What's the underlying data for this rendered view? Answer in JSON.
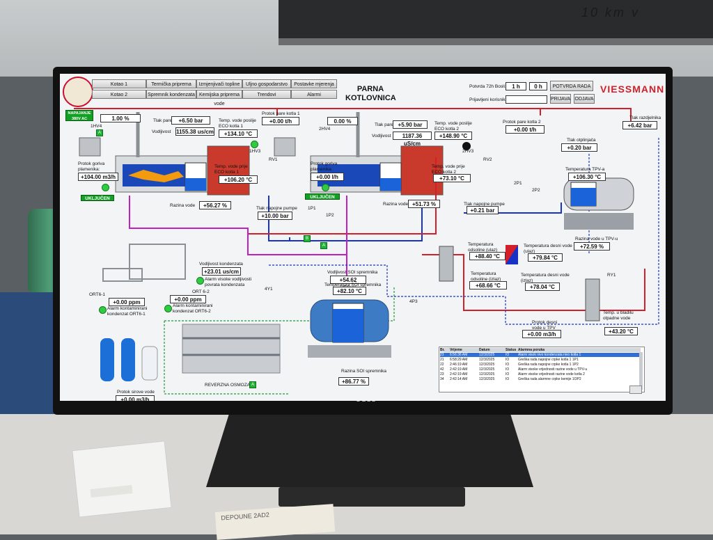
{
  "environment": {
    "handwriting": "10 km v",
    "monitor_brand": "DELL",
    "paper_note": "DEPOUNE 2AD2"
  },
  "header": {
    "nav": [
      {
        "label": "Kotao 1"
      },
      {
        "label": "Termička priprema vode"
      },
      {
        "label": "Izmjenjivači topline"
      },
      {
        "label": "Uljno gospodarstvo"
      },
      {
        "label": "Postavke mjerenja"
      },
      {
        "label": "Kotao 2"
      },
      {
        "label": "Spremnik kondenzata"
      },
      {
        "label": "Kemijska priprema vode"
      },
      {
        "label": "Trendovi"
      },
      {
        "label": "Alarmi"
      }
    ],
    "title_line1": "PARNA",
    "title_line2": "KOTLOVNICA",
    "confirm_label": "Potvrda 72h Bosli:",
    "hours_value": "1 h",
    "minutes_value": "0 h",
    "confirm_button": "POTVRDA RADA",
    "user_label": "Prijavljeni korisnik:",
    "login_button": "PRIJAVA",
    "logout_button": "ODJAVA",
    "brand": "VIESSMANN"
  },
  "boiler1": {
    "supply_badge": "NAPAJANJE 380V AC",
    "valve_label": "1HV4",
    "valve_pct": "1.00 %",
    "steam_pressure_label": "Tlak pare",
    "steam_pressure": "+6.50 bar",
    "conductivity_label": "Vodljivost",
    "conductivity": "1155.38 us/cm",
    "eco_temp_label": "Temp. vode poslije ECO kotla 1",
    "eco_temp": "+134.10 °C",
    "steam_flow_label": "Protok pare kotla 1",
    "steam_flow": "+0.00 t/h",
    "fuel_flow_label": "Protok goriva plamenika:",
    "fuel_flow": "+104.00 m3/h",
    "status": "UKLJUČEN",
    "water_before_label": "Temp. vode prije ECO kotla 1",
    "water_before": "+106.20 °C",
    "level_label": "Razina vode",
    "level": "+56.27 %",
    "feed_pressure_label": "Tlak napojne pumpe",
    "feed_pressure": "+10.00 bar",
    "rv": "RV1",
    "hv": "1HV3",
    "pumps": [
      "1P1",
      "1P2"
    ]
  },
  "boiler2": {
    "valve_label": "2HV4",
    "valve_pct": "0.00 %",
    "steam_pressure_label": "Tlak pare",
    "steam_pressure": "+5.90 bar",
    "conductivity_label": "Vodljivost",
    "conductivity": "1187.36 uS/cm",
    "eco_temp_label": "Temp. vode poslije ECO kotla 2",
    "eco_temp": "+148.90 °C",
    "steam_flow_label": "Protok pare kotla 2",
    "steam_flow": "+0.00 t/h",
    "fuel_flow_label": "Protok goriva plamenika:",
    "fuel_flow": "+0.00 l/h",
    "status": "UKLJUČEN",
    "water_before_label": "Temp. vode prije ECO kotla 2",
    "water_before": "+73.10 °C",
    "level_label": "Razina vode",
    "level": "+51.73 %",
    "feed_pressure_label": "Tlak napojne pumpe",
    "feed_pressure": "+0.21 bar",
    "rv": "RV2",
    "hv": "2HV3",
    "pumps": [
      "2P1",
      "2P2"
    ]
  },
  "right": {
    "desuperheater_label": "Tlak razdjelnika",
    "desuperheater": "+6.42 bar",
    "degasser_label": "Tlak otplinjača",
    "degasser": "+0.20 bar",
    "tpv_temp_label": "Temperatura TPV-a",
    "tpv_temp": "+106.30 °C",
    "tpv_level_label": "Razina vode u TPV-u",
    "tpv_level": "+72.59 %",
    "return_temp_label": "Temperatura odsoline (ulaz)",
    "return_temp": "+88.40 °C",
    "out_temp_label": "Temperatura odsoline (izlaz)",
    "out_temp": "+68.66 °C",
    "fresh_temp_label": "Temperatura desni vode (ulaz)",
    "fresh_temp": "+79.84 °C",
    "fresh_out_label": "Temperatura desni vode (izlaz)",
    "fresh_out": "+78.04 °C",
    "flow_label": "Protok desni vode u TPV",
    "flow": "+0.00 m3/h",
    "blowdown_label": "Temp. u bladilu otpadne vode",
    "blowdown": "+43.20 °C",
    "ry": "RY1"
  },
  "condensate": {
    "conductivity_label": "Vodljivost kondenzata",
    "conductivity": "+23.01 us/cm",
    "alarm_label": "Alarm visoke vodljivosti povrata kondenzata",
    "ort1_label": "ORT6-1",
    "ort1_value": "+0.00 ppm",
    "ort1_alarm": "Alarm kontaminirani kondenzat ORT6-1",
    "ort2_label": "ORT 6-2",
    "ort2_value": "+0.00 ppm",
    "ort2_alarm": "Alarm kontaminirani kondenzat ORT6-2",
    "hv_label": "4Y1"
  },
  "tank": {
    "conductivity_label": "Vodljivost SOI spremnika",
    "conductivity": "+54.62 uS/cm",
    "temp_label": "Temperatura SOI spremnika",
    "temp": "+82.10 °C",
    "level_label": "Razina SOI spremnika",
    "level": "+86.77 %",
    "pump": "4P3",
    "flow_label": "Protok sirove vode",
    "flow": "+0.00 m3/h",
    "ro_label": "REVERZNA OSMOZA"
  },
  "alarm_table": {
    "headers": [
      "Br.",
      "Vrijeme",
      "Datum",
      "Status",
      "Alarmna poruka"
    ],
    "rows": [
      [
        "23",
        "6:56:36 AM",
        "12/3/2025",
        "IO",
        "Alarm visok nivo kondenzata nivo kotla 1"
      ],
      [
        "21",
        "6:58:29 AM",
        "12/3/2025",
        "IO",
        "Greška rada napojne crpke kotla 1 1P1"
      ],
      [
        "22",
        "2:46:19 AM",
        "12/3/2025",
        "IO",
        "Greška rada napojne crpke kotla 1 1P2"
      ],
      [
        "42",
        "2:42:19 AM",
        "12/3/2025",
        "IO",
        "Alarm visoke vrijednosti razine vode u TPV-u"
      ],
      [
        "23",
        "2:42:19 AM",
        "12/3/2025",
        "IO",
        "Alarm visoke vrijednosti razine vode kotla 2"
      ],
      [
        "34",
        "2:42:14 AM",
        "12/3/2025",
        "IO",
        "Greška rada alarmne crpke kemije 1OP2"
      ]
    ]
  }
}
